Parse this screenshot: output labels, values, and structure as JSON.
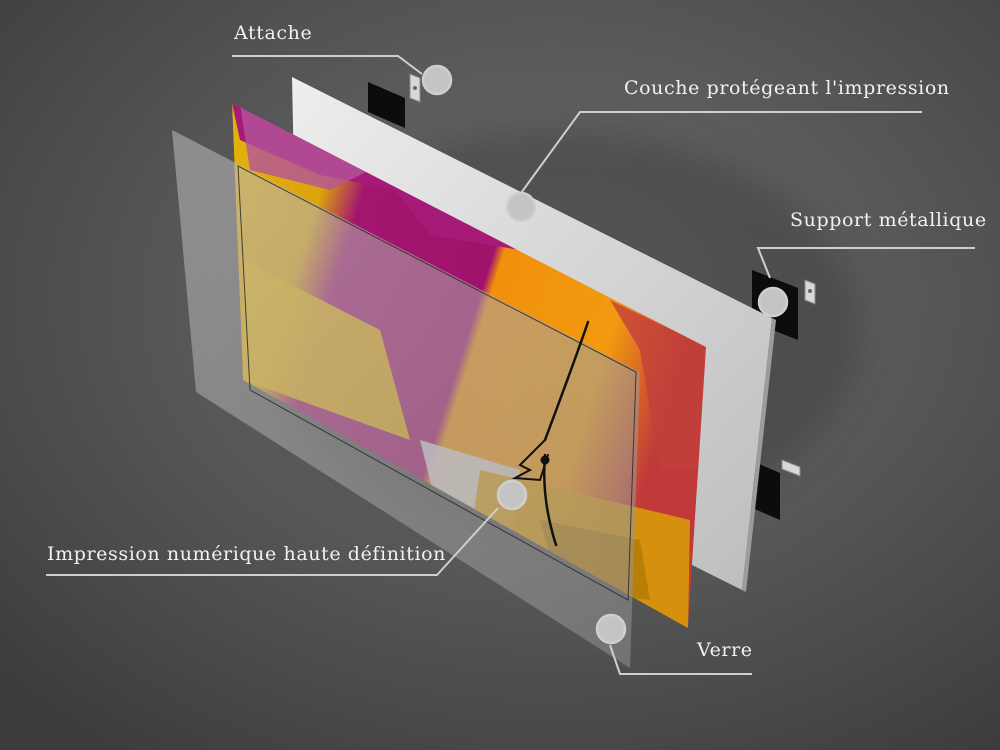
{
  "diagram": {
    "labels": {
      "attache": "Attache",
      "couche": "Couche protégeant l'impression",
      "support": "Support métallique",
      "impression": "Impression numérique haute définition",
      "verre": "Verre"
    },
    "colors": {
      "background": "#4a4a4a",
      "leader_line": "#cfcfcf",
      "glass": "#a9a9a9",
      "protective_layer": "#d9d9d9",
      "magenta": "#a3166e",
      "orange": "#f08a0a",
      "yellow": "#e7b10a",
      "clock_hands": "#111111"
    }
  }
}
